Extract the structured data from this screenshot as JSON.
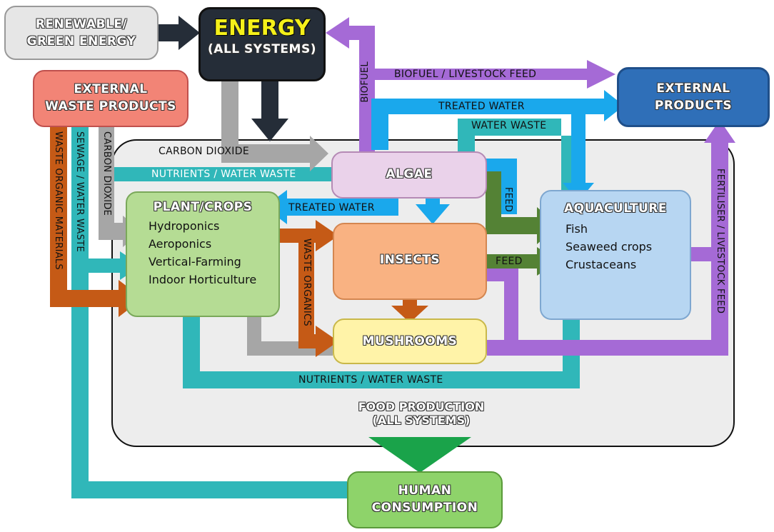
{
  "colors": {
    "teal": "#30b7b9",
    "gray": "#a6a6a6",
    "dark": "#252d38",
    "purple": "#a56ad6",
    "blue": "#1aa8ec",
    "orange": "#c55a16",
    "green": "#548235",
    "bright_green": "#1aa34a"
  },
  "boxes": {
    "renewable": {
      "lines": [
        "RENEWABLE/",
        "GREEN ENERGY"
      ]
    },
    "energy": {
      "title": "ENERGY",
      "subtitle": "(ALL SYSTEMS)"
    },
    "external_waste": {
      "lines": [
        "EXTERNAL",
        "WASTE PRODUCTS"
      ]
    },
    "external_products": {
      "lines": [
        "EXTERNAL",
        "PRODUCTS"
      ]
    },
    "algae": {
      "title": "ALGAE"
    },
    "plant": {
      "title": "PLANT/CROPS",
      "items": [
        "Hydroponics",
        "Aeroponics",
        "Vertical-Farming",
        "Indoor Horticulture"
      ]
    },
    "insects": {
      "title": "INSECTS"
    },
    "mushrooms": {
      "title": "MUSHROOMS"
    },
    "aquaculture": {
      "title": "AQUACULTURE",
      "items": [
        "Fish",
        "Seaweed crops",
        "Crustaceans"
      ]
    },
    "human": {
      "lines": [
        "HUMAN",
        "CONSUMPTION"
      ]
    }
  },
  "labels": {
    "biofuel_vertical": "BIOFUEL",
    "biofuel_livestock": "BIOFUEL / LIVESTOCK FEED",
    "treated_water_top": "TREATED WATER",
    "water_waste": "WATER WASTE",
    "carbon_dioxide": "CARBON DIOXIDE",
    "nutrients_water_waste_top": "NUTRIENTS / WATER WASTE",
    "treated_water_mid": "TREATED WATER",
    "feed_upper": "FEED",
    "feed_lower": "FEED",
    "waste_organics": "WASTE ORGANICS",
    "nutrients_water_waste_bottom": "NUTRIENTS / WATER WASTE",
    "waste_organic_materials": "WASTE ORGANIC MATERIALS",
    "sewage_water_waste": "SEWAGE / WATER WASTE",
    "carbon_dioxide_vertical": "CARBON DIOXIDE",
    "fertiliser_livestock": "FERTILISER / LIVESTOCK FEED",
    "food_production": [
      "FOOD PRODUCTION",
      "(ALL SYSTEMS)"
    ]
  }
}
